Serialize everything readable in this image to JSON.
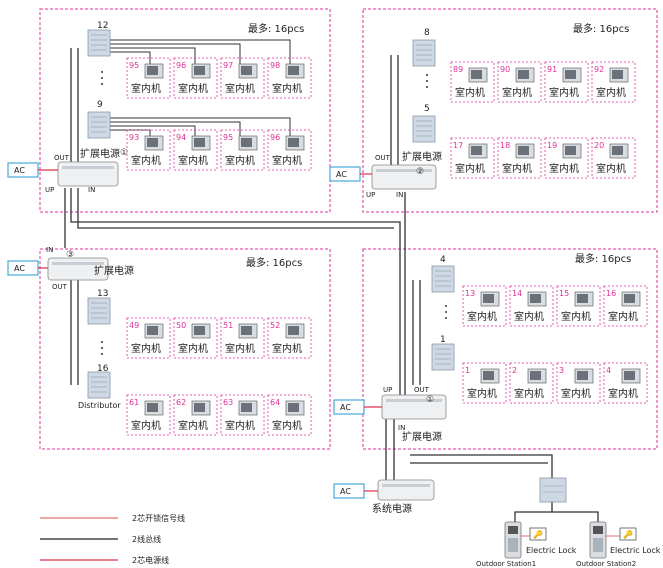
{
  "zones": [
    {
      "max_label": "最多: 16pcs",
      "distributor_top": "12",
      "distributor_bottom": "9",
      "monitor_nums_top": [
        "95",
        "96",
        "97",
        "98"
      ],
      "monitor_nums_bottom": [
        "93",
        "94",
        "95",
        "96"
      ]
    },
    {
      "max_label": "最多: 16pcs",
      "distributor_top": "8",
      "distributor_bottom": "5",
      "monitor_nums_top": [
        "89",
        "90",
        "91",
        "92"
      ],
      "monitor_nums_bottom": [
        "17",
        "18",
        "19",
        "20"
      ]
    },
    {
      "max_label": "最多: 16pcs",
      "distributor_top": "13",
      "distributor_bottom": "16",
      "distributor_bottom_caption": "Distributor",
      "monitor_nums_top": [
        "49",
        "50",
        "51",
        "52"
      ],
      "monitor_nums_bottom": [
        "61",
        "62",
        "63",
        "64"
      ]
    },
    {
      "max_label": "最多: 16pcs",
      "distributor_top": "4",
      "distributor_bottom": "1",
      "monitor_nums_top": [
        "13",
        "14",
        "15",
        "16"
      ],
      "monitor_nums_bottom": [
        "1",
        "2",
        "3",
        "4"
      ]
    }
  ],
  "monitor_label": "室内机",
  "expander_label": "扩展电源",
  "system_power_label": "系统电源",
  "ac_label": "AC",
  "port_out": "OUT",
  "port_in": "IN",
  "port_up": "UP",
  "expander_numbers": [
    "①",
    "②",
    "③",
    "①"
  ],
  "outdoor_stations": [
    {
      "label": "Outdoor Station1",
      "lock_label": "Electric Lock"
    },
    {
      "label": "Outdoor Station2",
      "lock_label": "Electric Lock"
    }
  ],
  "legend": [
    {
      "label": "2芯开锁信号线",
      "color": "#e07070"
    },
    {
      "label": "2线总线",
      "color": "#222222"
    },
    {
      "label": "2芯电源线",
      "color": "#e0304a"
    }
  ],
  "colors": {
    "zone_border": "#e0309a",
    "bus": "#333333",
    "ac_border": "#49a8d8",
    "device_fill": "#eef0f2",
    "distributor_fill": "#cfd9e6",
    "number_red": "#e0309a"
  }
}
